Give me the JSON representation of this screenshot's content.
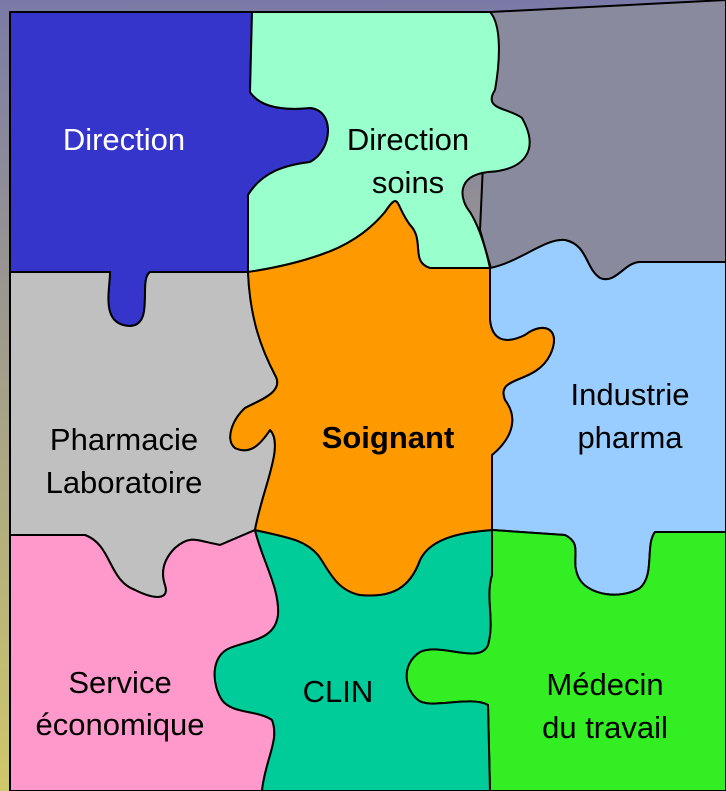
{
  "colors": {
    "background_top": "#7b7aa6",
    "background_bottom": "#cfc86a",
    "direction": "#3535cc",
    "direction_soins": "#99ffcc",
    "pharmacie": "#c0c0c0",
    "soignant": "#ff9900",
    "industrie": "#99ccff",
    "service": "#ff99cc",
    "clin": "#00cc99",
    "medecin": "#33ee22",
    "gray_corner": "#8a8a9e"
  },
  "pieces": {
    "direction": {
      "line1": "Direction"
    },
    "direction_soins": {
      "line1": "Direction",
      "line2": "soins"
    },
    "pharmacie": {
      "line1": "Pharmacie",
      "line2": "Laboratoire"
    },
    "soignant": {
      "line1": "Soignant"
    },
    "industrie": {
      "line1": "Industrie",
      "line2": "pharma"
    },
    "service": {
      "line1": "Service",
      "line2": "économique"
    },
    "clin": {
      "line1": "CLIN"
    },
    "medecin": {
      "line1": "Médecin",
      "line2": "du travail"
    }
  }
}
